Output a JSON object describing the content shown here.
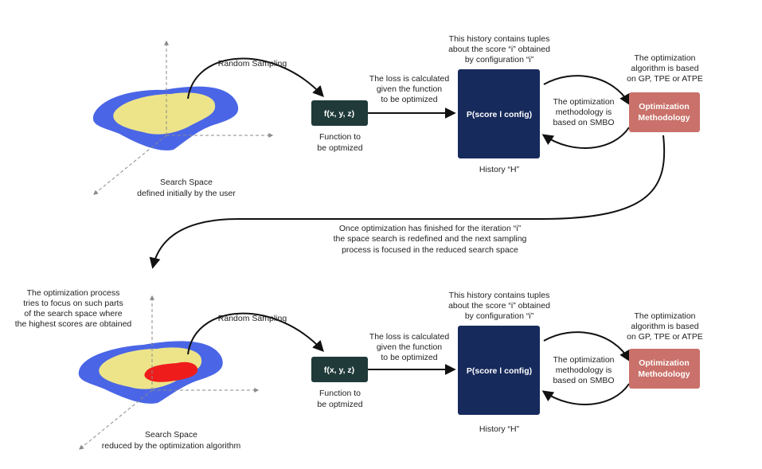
{
  "colors": {
    "outer_region": "#4a66e6",
    "inner_region": "#ede48a",
    "focus_region": "#ef1c1c",
    "function_box": "#1f3a38",
    "history_box": "#172a5c",
    "method_box": "#c9716a",
    "axis": "#8a8a8a",
    "arrow": "#111111"
  },
  "top": {
    "random_sampling": "Random Sampling",
    "function_box": "f(x, y, z)",
    "function_caption": [
      "Function to",
      "be optmized"
    ],
    "loss_text": [
      "The loss is calculated",
      "given the function",
      "to be optimized"
    ],
    "history_tuples": [
      "This history contains tuples",
      "about the score “i” obtained",
      "by configuration “i”"
    ],
    "history_box": "P(score l config)",
    "history_caption": "History “H”",
    "smbo_text": [
      "The optimization",
      "methodology is",
      "based on SMBO"
    ],
    "algorithm_text": [
      "The optimization",
      "algorithm is based",
      "on GP, TPE or ATPE"
    ],
    "method_box": [
      "Optimization",
      "Methodology"
    ],
    "search_space": [
      "Search Space",
      "defined initially by the user"
    ]
  },
  "transition_text": [
    "Once optimization has finished for the iteration “i”",
    "the space search is redefined and the next sampling",
    "process is focused in the reduced search space"
  ],
  "bottom": {
    "focus_text": [
      "The optimization process",
      "tries to focus on such parts",
      "of the search space where",
      "the highest scores are obtained"
    ],
    "random_sampling": "Random Sampling",
    "function_box": "f(x, y, z)",
    "function_caption": [
      "Function to",
      "be optmized"
    ],
    "loss_text": [
      "The loss is calculated",
      "given the function",
      "to be optimized"
    ],
    "history_tuples": [
      "This history contains tuples",
      "about the score “i” obtained",
      "by configuration “i”"
    ],
    "history_box": "P(score l config)",
    "history_caption": "History “H”",
    "smbo_text": [
      "The optimization",
      "methodology is",
      "based on SMBO"
    ],
    "algorithm_text": [
      "The optimization",
      "algorithm is based",
      "on GP, TPE or ATPE"
    ],
    "method_box": [
      "Optimization",
      "Methodology"
    ],
    "search_space": [
      "Search Space",
      "reduced by the optimization algorithm"
    ]
  }
}
